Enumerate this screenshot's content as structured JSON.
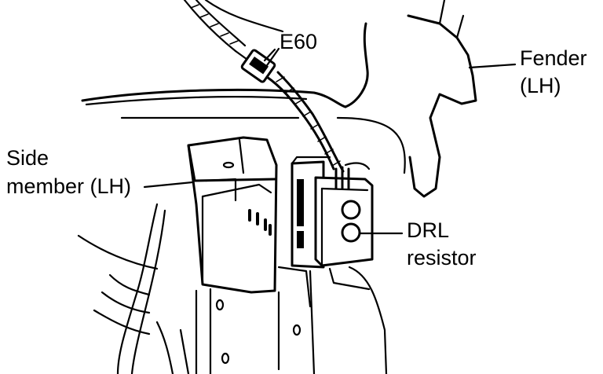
{
  "labels": {
    "connector": "E60",
    "fender_line1": "Fender",
    "fender_line2": "(LH)",
    "side_member_line1": "Side",
    "side_member_line2": "member (LH)",
    "drl_line1": "DRL",
    "drl_line2": "resistor"
  }
}
